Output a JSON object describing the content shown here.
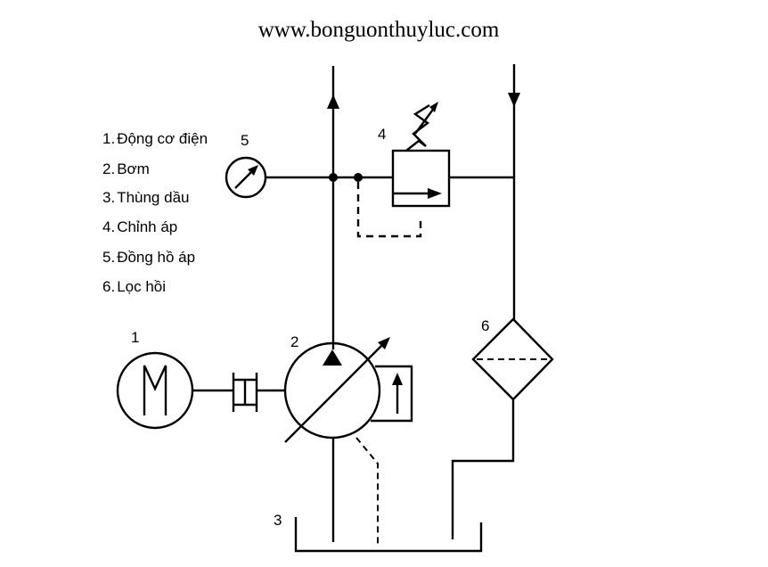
{
  "header": {
    "site_url": "www.bonguonthuyluc.com"
  },
  "legend": {
    "items": [
      {
        "number": "1.",
        "label": "Động cơ điện"
      },
      {
        "number": "2.",
        "label": "Bơm"
      },
      {
        "number": "3.",
        "label": "Thùng dầu"
      },
      {
        "number": "4.",
        "label": "Chỉnh áp"
      },
      {
        "number": "5.",
        "label": "Đồng hồ áp"
      },
      {
        "number": "6.",
        "label": "Lọc hồi"
      }
    ]
  },
  "diagram": {
    "title": "Hydraulic power unit schematic",
    "components": [
      {
        "id": "1",
        "name": "Động cơ điện",
        "symbol": "electric-motor",
        "glyph": "M"
      },
      {
        "id": "2",
        "name": "Bơm",
        "symbol": "variable-displacement-pump"
      },
      {
        "id": "3",
        "name": "Thùng dầu",
        "symbol": "tank"
      },
      {
        "id": "4",
        "name": "Chỉnh áp",
        "symbol": "pressure-relief-valve"
      },
      {
        "id": "5",
        "name": "Đồng hồ áp",
        "symbol": "pressure-gauge"
      },
      {
        "id": "6",
        "name": "Lọc hồi",
        "symbol": "return-filter"
      }
    ],
    "flows": [
      {
        "line": "pressure-line",
        "direction": "up"
      },
      {
        "line": "return-line",
        "direction": "down"
      }
    ]
  }
}
